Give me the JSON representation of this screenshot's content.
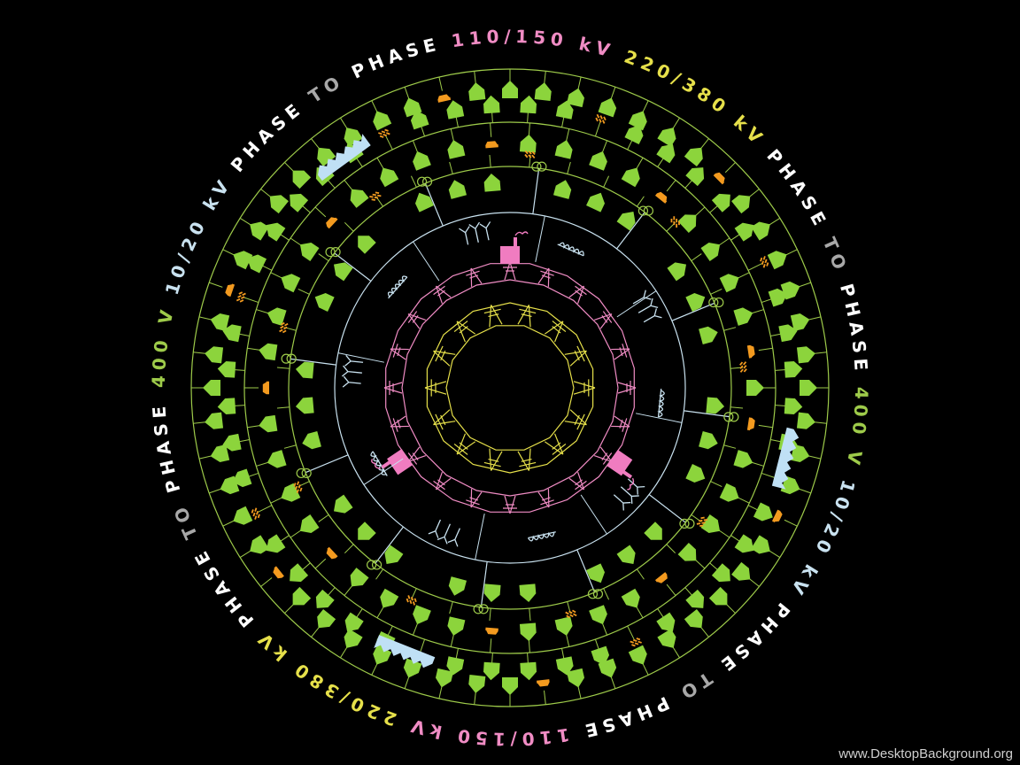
{
  "diagram": {
    "background": "#000000",
    "colors": {
      "kv_400v": "#9ecb4a",
      "kv_10_20": "#c9e2f0",
      "kv_110_150": "#f08cc4",
      "kv_220_380": "#e6e04a",
      "phase_to_phase": "#ffffff",
      "to": "#a8a8a8",
      "house": "#8cd43c",
      "car": "#f39a1f",
      "factory": "#f07cc0",
      "pylon_inner": "#e6e04a",
      "pylon_outer": "#f08cc4",
      "distribution_line": "#c9e2f0",
      "feeder_line": "#9ecb4a",
      "solar": "#bfe0f5"
    },
    "ring_text": [
      {
        "text": "400 V",
        "key": "kv_400v"
      },
      {
        "text": "10/20 kV",
        "key": "kv_10_20"
      },
      {
        "text": "PHASE",
        "key": "phase_to_phase"
      },
      {
        "text": "TO",
        "key": "to"
      },
      {
        "text": "PHASE",
        "key": "phase_to_phase"
      },
      {
        "text": "110/150 kV",
        "key": "kv_110_150"
      },
      {
        "text": "220/380 kV",
        "key": "kv_220_380"
      },
      {
        "text": "PHASE",
        "key": "phase_to_phase"
      },
      {
        "text": "TO",
        "key": "to"
      },
      {
        "text": "PHASE",
        "key": "phase_to_phase"
      }
    ],
    "icons": {
      "house": "house-icon",
      "car": "car-icon",
      "factory": "factory-icon",
      "pylon": "pylon-icon",
      "wind_turbine": "wind-turbine-icon",
      "solar_panel": "solar-panel-icon",
      "transformer": "transformer-icon",
      "heater": "heater-icon"
    }
  },
  "watermark": "www.DesktopBackground.org"
}
